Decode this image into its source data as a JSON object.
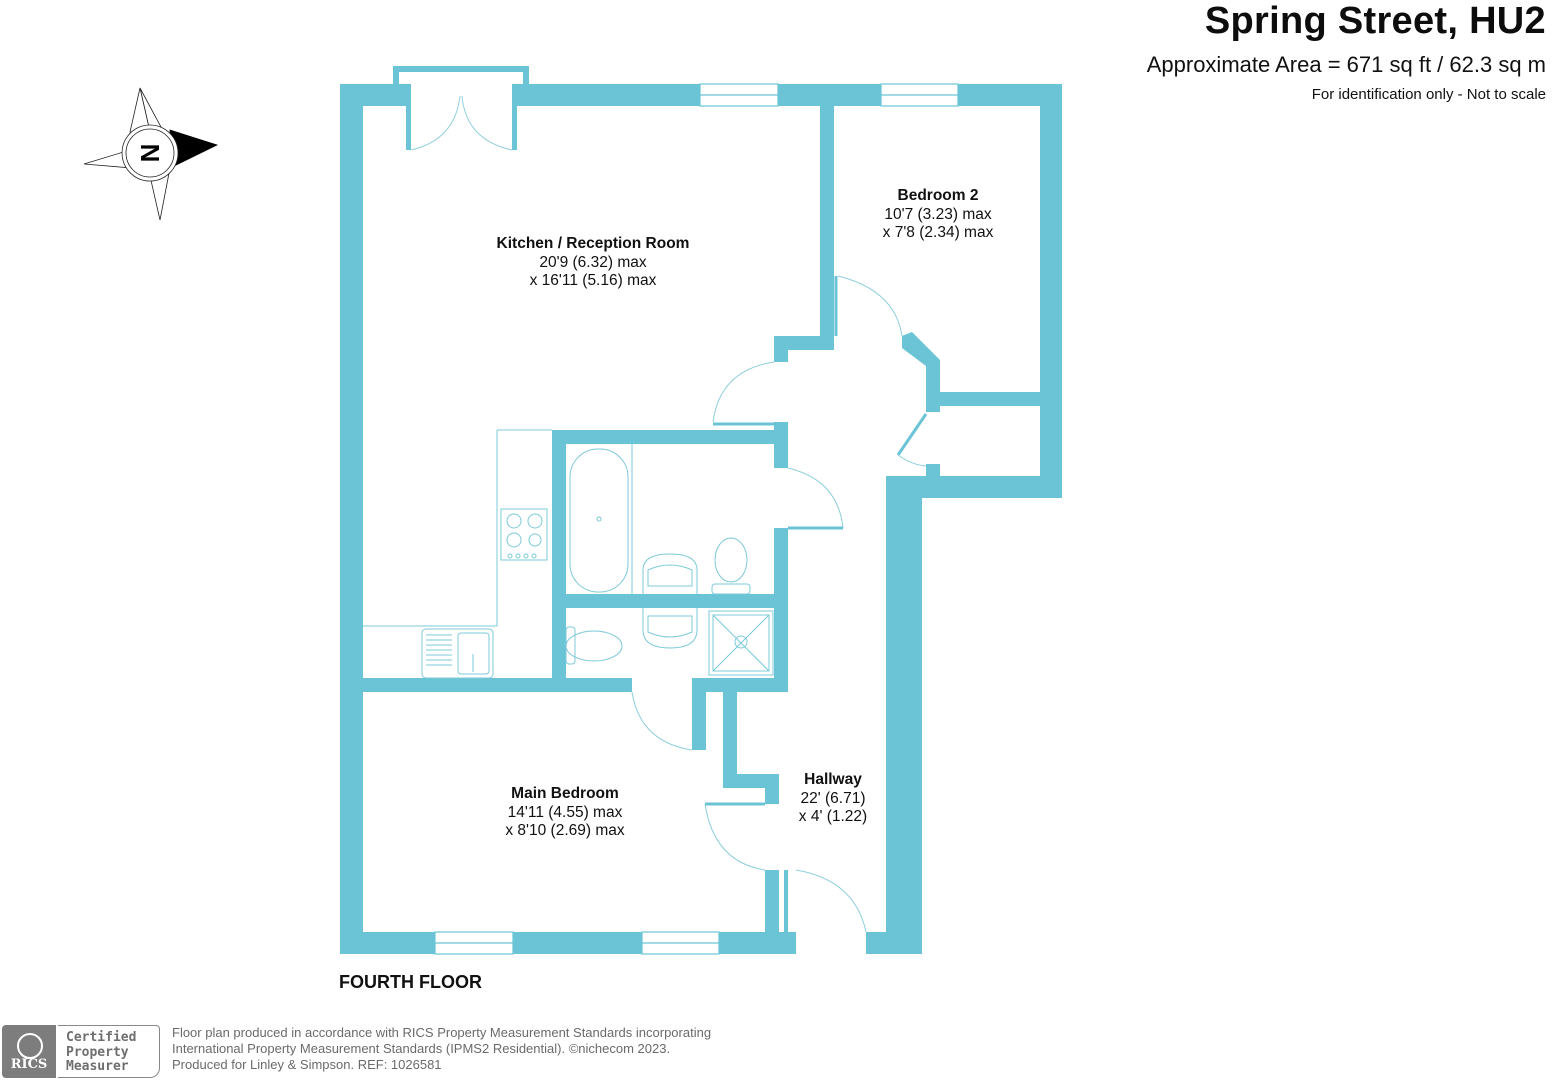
{
  "header": {
    "title": "Spring Street, HU2",
    "area": "Approximate Area = 671 sq ft / 62.3 sq m",
    "note": "For identification only - Not to scale"
  },
  "compass": {
    "icon": "north-arrow-icon",
    "letter": "N"
  },
  "floor_label": "FOURTH FLOOR",
  "colors": {
    "wall": "#6bc4d6",
    "fixture_line": "#7cc9d8",
    "text": "#111111",
    "footer_text": "#6a6a6a"
  },
  "rooms": [
    {
      "name": "Kitchen / Reception Room",
      "dim1": "20'9 (6.32) max",
      "dim2": "x 16'11 (5.16) max"
    },
    {
      "name": "Bedroom 2",
      "dim1": "10'7 (3.23) max",
      "dim2": "x 7'8 (2.34) max"
    },
    {
      "name": "Main Bedroom",
      "dim1": "14'11 (4.55) max",
      "dim2": "x 8'10 (2.69) max"
    },
    {
      "name": "Hallway",
      "dim1": "22' (6.71)",
      "dim2": "x 4' (1.22)"
    }
  ],
  "badge": {
    "logo_text": "RICS",
    "lines": [
      "Certified",
      "Property",
      "Measurer"
    ]
  },
  "footer": {
    "line1": "Floor plan produced in accordance with RICS Property Measurement Standards incorporating",
    "line2": "International Property Measurement Standards (IPMS2 Residential).   ©nichecom 2023.",
    "line3": "Produced for Linley & Simpson.   REF: 1026581"
  }
}
